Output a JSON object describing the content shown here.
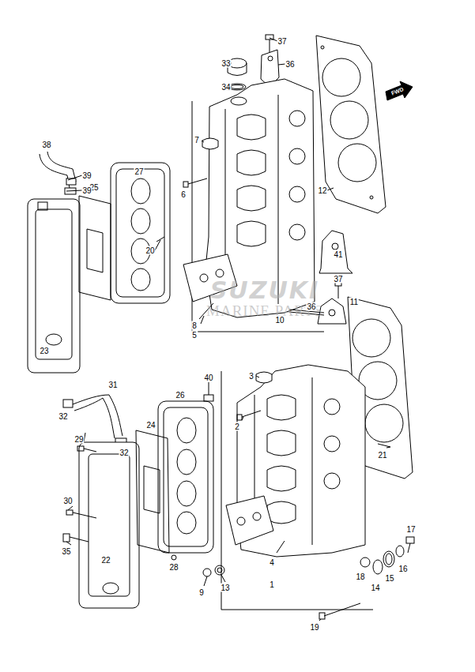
{
  "diagram": {
    "labels": [
      "37",
      "33",
      "36",
      "34",
      "FWD",
      "7",
      "38",
      "27",
      "39",
      "6",
      "25",
      "39",
      "12",
      "20",
      "41",
      "37",
      "SUZUKI",
      "MARINE PARTS",
      "36",
      "11",
      "10",
      "8",
      "5",
      "23",
      "3",
      "31",
      "40",
      "26",
      "32",
      "2",
      "24",
      "32",
      "29",
      "21",
      "30",
      "35",
      "17",
      "4",
      "22",
      "16",
      "28",
      "15",
      "18",
      "14",
      "13",
      "1",
      "9",
      "19"
    ]
  }
}
